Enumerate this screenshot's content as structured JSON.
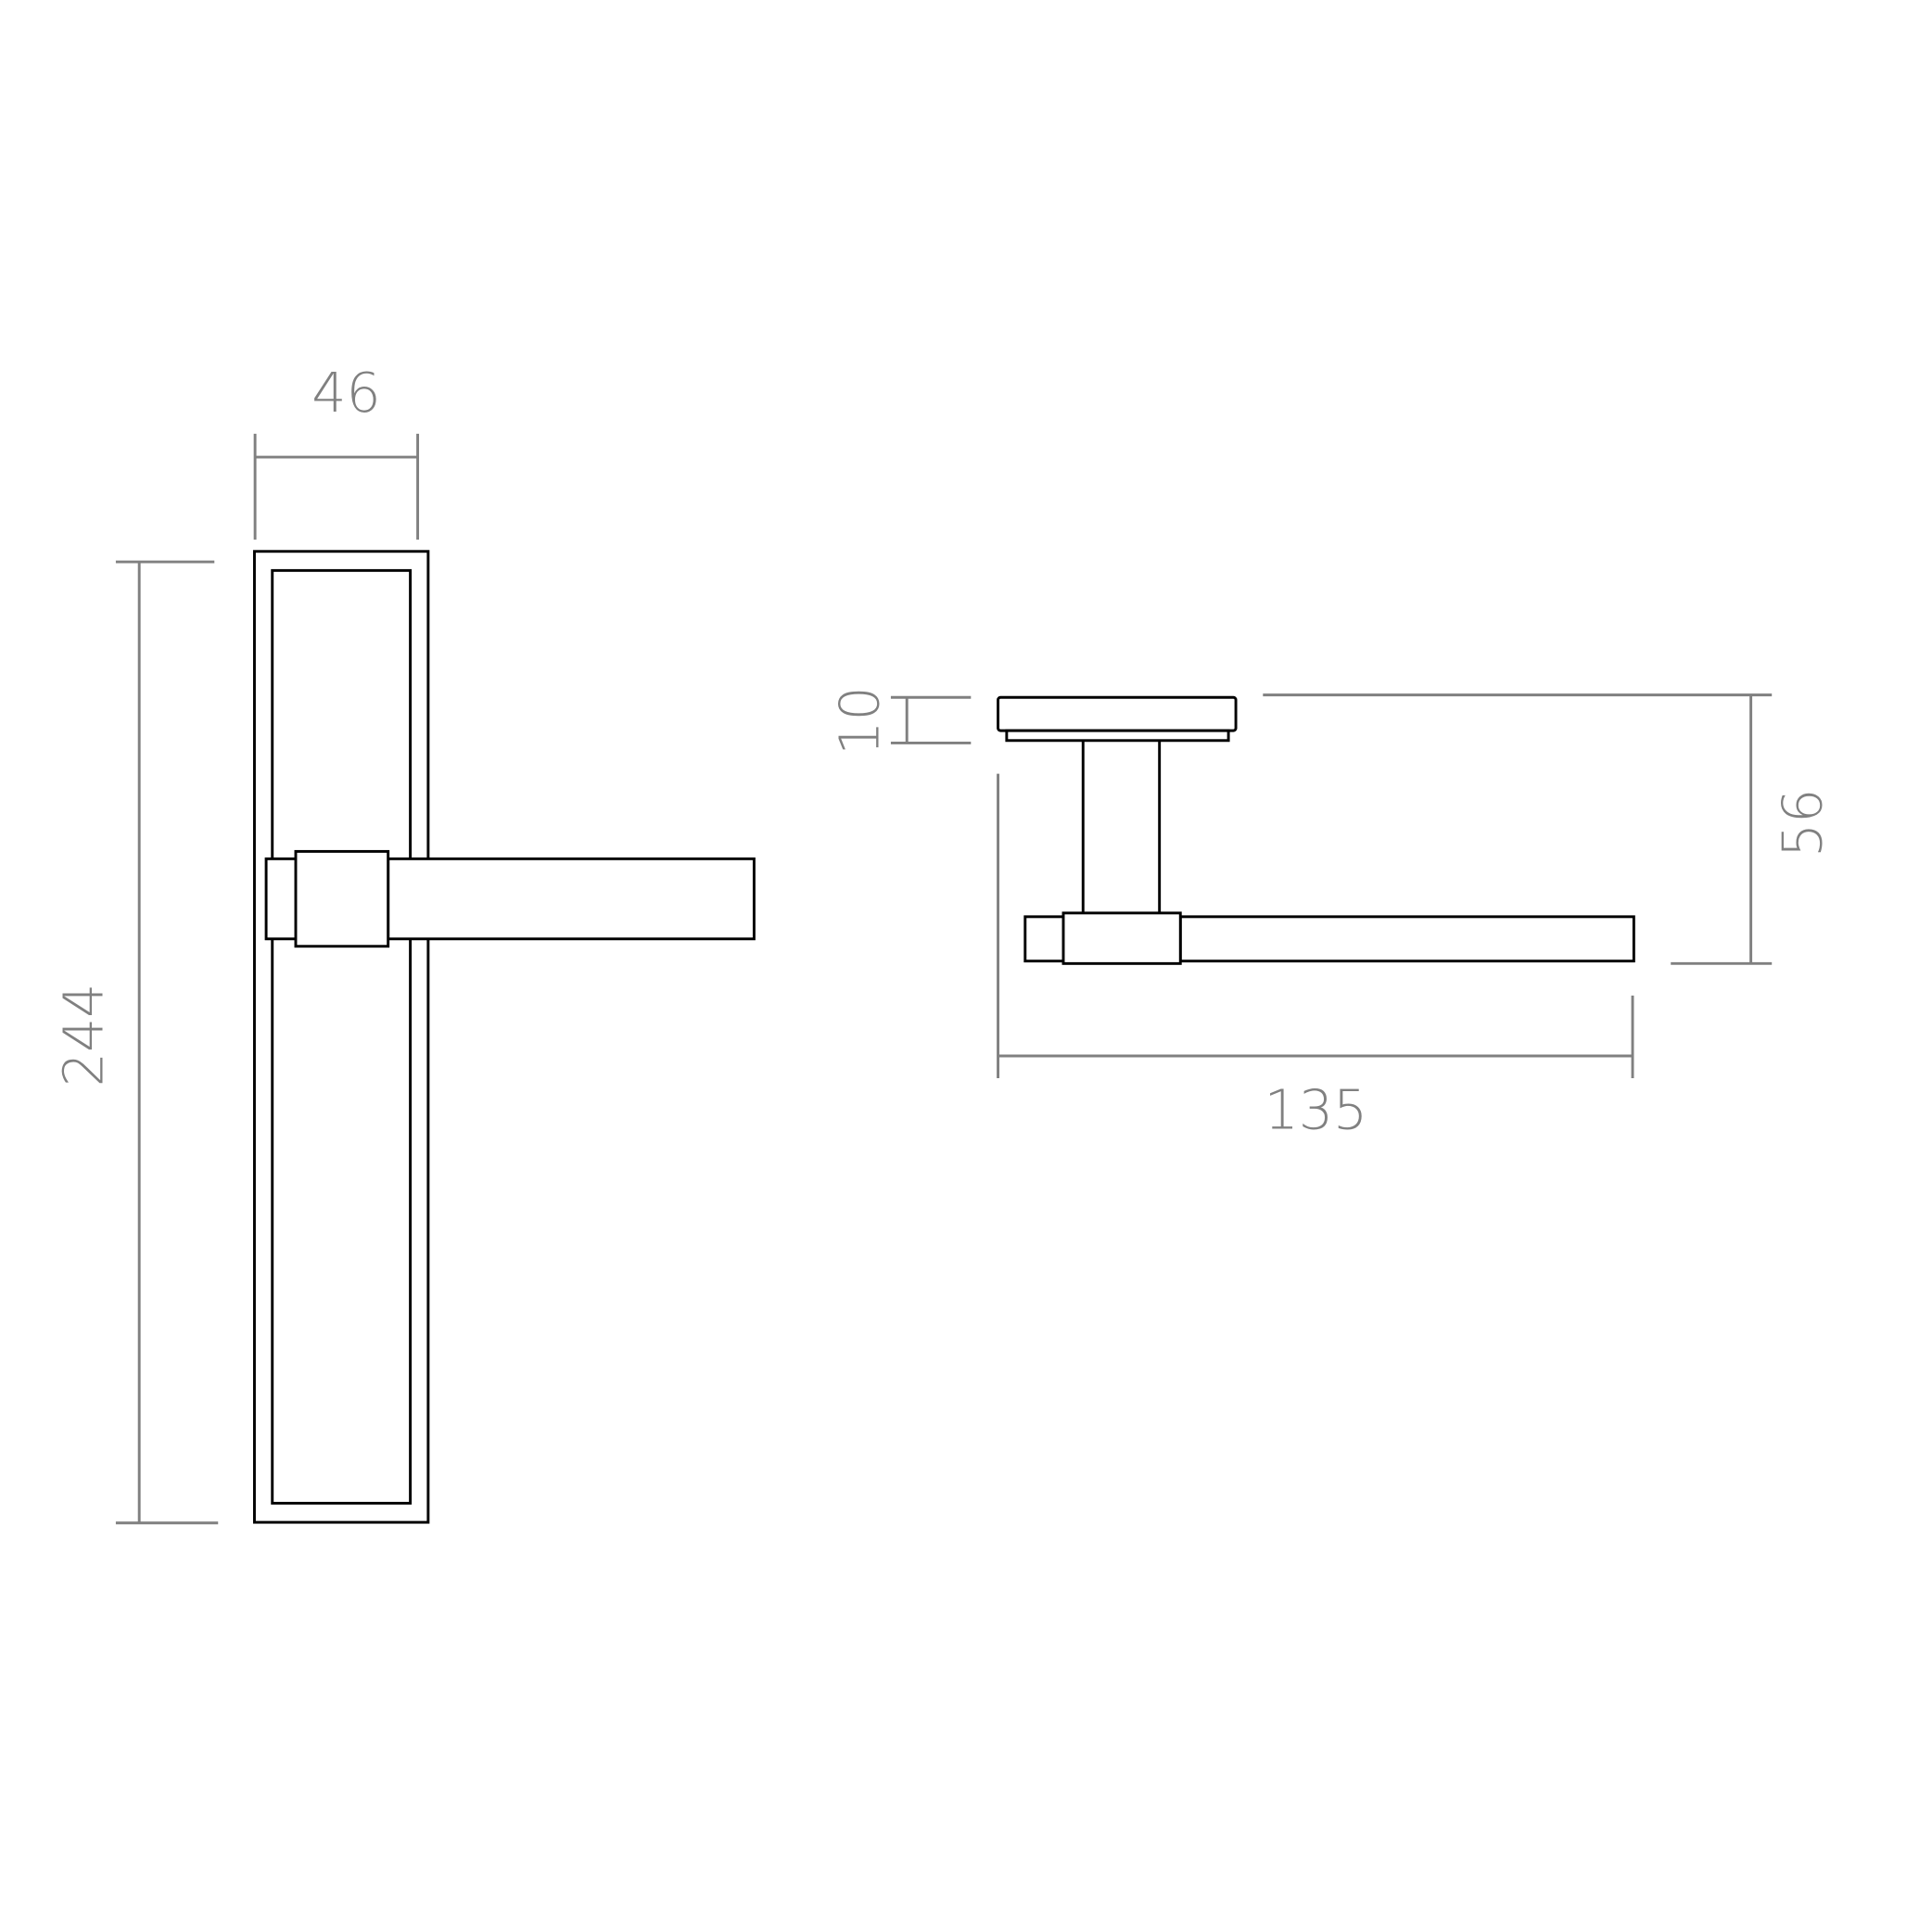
{
  "front_view": {
    "width_label": "46",
    "height_label": "244"
  },
  "side_view": {
    "rose_thickness_label": "10",
    "projection_label": "56",
    "length_label": "135"
  },
  "colors": {
    "outline": "#000000",
    "dimension": "#808080"
  }
}
